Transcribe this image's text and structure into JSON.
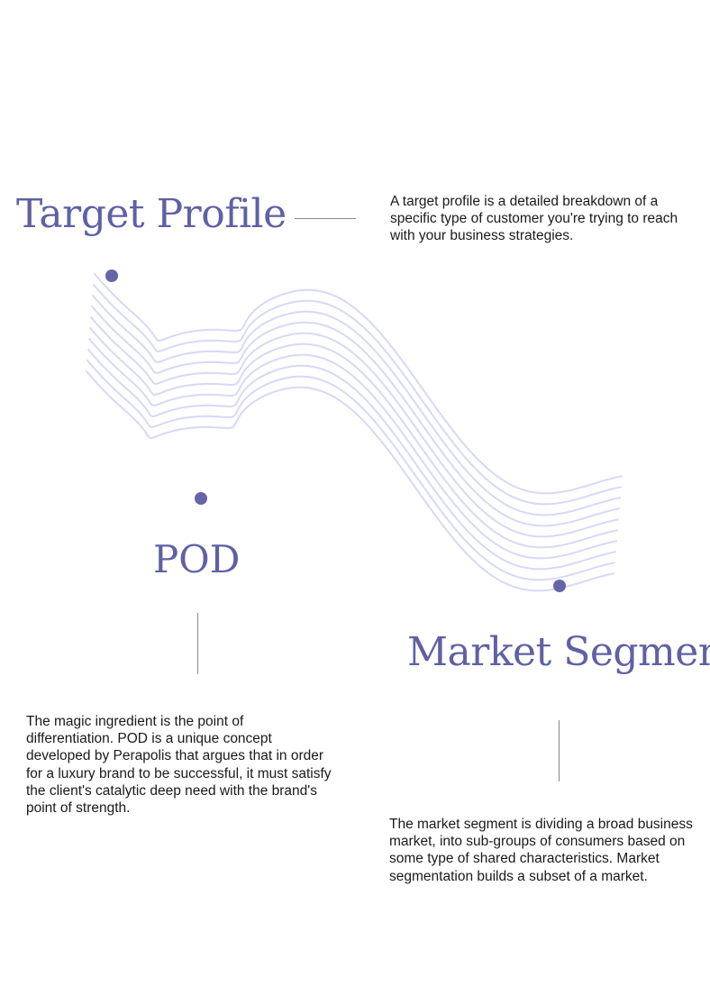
{
  "sections": {
    "target_profile": {
      "title": "Target Profile",
      "lines": [
        "A target profile is a detailed breakdown of a",
        "specific type of customer you're trying to reach",
        "with your business strategies."
      ]
    },
    "pod": {
      "title": "POD",
      "lines": [
        "The magic ingredient is the point of",
        "differentiation. POD is a unique concept",
        "developed by Perapolis that argues that in order",
        "for a luxury brand to be successful, it must satisfy",
        "the client's catalytic deep need with the brand's",
        "point of strength."
      ]
    },
    "market_segment": {
      "title": "Market Segment",
      "lines": [
        "The market segment is dividing a broad business",
        "market, into sub-groups of consumers based on",
        "some type of shared characteristics. Market",
        "segmentation builds a subset of a market."
      ]
    }
  },
  "colors": {
    "heading": "#5f61a3",
    "marker": "#6466a8",
    "wave": "#d8d8f6",
    "connector": "#8a8a8a",
    "body_text": "#1a1a1a"
  }
}
